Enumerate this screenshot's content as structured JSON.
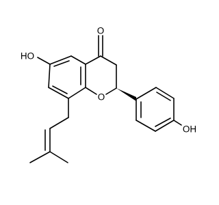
{
  "atoms": {
    "ketone_oxygen": "O",
    "hydroxyl_left": "HO",
    "ring_oxygen": "O",
    "hydroxyl_right": "OH"
  },
  "colors": {
    "bond": "#000000",
    "label": "#000000",
    "background": "#ffffff"
  }
}
